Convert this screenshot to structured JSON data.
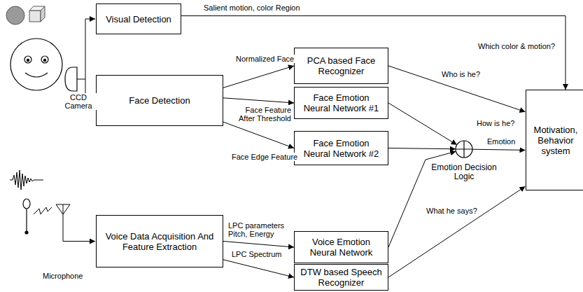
{
  "diagram": {
    "nodes": [
      {
        "text": [
          "Visual Detection"
        ]
      },
      {
        "text": [
          "Face Detection"
        ]
      },
      {
        "text": [
          "PCA based Face Recognizer"
        ]
      },
      {
        "text": [
          "Face Emotion Neural Network #1"
        ]
      },
      {
        "text": [
          "Face Emotion Neural Network #2"
        ]
      },
      {
        "text": [
          "Voice Data Acquisition And Feature Extraction"
        ]
      },
      {
        "text": [
          "Voice Emotion Neural Network"
        ]
      },
      {
        "text": [
          "DTW based Speech Recognizer"
        ]
      },
      {
        "text": [
          "Emotion Decision Logic"
        ]
      },
      {
        "text": [
          "Motivation, Behavior system"
        ]
      }
    ],
    "edges": [
      {
        "from": 0,
        "to": 9,
        "arrow": "to",
        "label": "Salient motion, color Region"
      },
      {
        "from": 1,
        "to": 2,
        "arrow": "to",
        "label": "Normalized Face"
      },
      {
        "from": 1,
        "to": 3,
        "arrow": "to",
        "label": "Face Feature After Threshold"
      },
      {
        "from": 1,
        "to": 4,
        "arrow": "to",
        "label": "Face Edge Feature"
      },
      {
        "from": 5,
        "to": 6,
        "arrow": "to",
        "label": "LPC parameters Pitch, Energy"
      },
      {
        "from": 5,
        "to": 7,
        "arrow": "to",
        "label": "LPC Spectrum"
      },
      {
        "from": 2,
        "to": 9,
        "arrow": "to",
        "label": "Who is he?"
      },
      {
        "from": 3,
        "to": 8,
        "arrow": "to"
      },
      {
        "from": 4,
        "to": 8,
        "arrow": "to"
      },
      {
        "from": 6,
        "to": 8,
        "arrow": "to"
      },
      {
        "from": 8,
        "to": 9,
        "arrow": "to",
        "label": "Emotion"
      },
      {
        "from": 7,
        "to": 9,
        "arrow": "to",
        "label": "What he says?"
      }
    ],
    "labels": [
      "Which color & motion?",
      "How is he?",
      "CCD Camera",
      "Microphone"
    ]
  }
}
